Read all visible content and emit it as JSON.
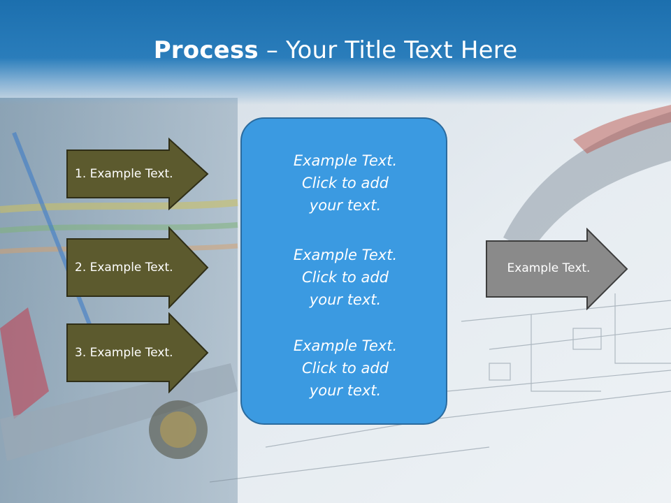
{
  "title": {
    "bold": "Process",
    "rest": " – Your Title Text Here"
  },
  "left_arrows": [
    {
      "label": "1. Example Text."
    },
    {
      "label": "2. Example Text."
    },
    {
      "label": "3. Example Text."
    }
  ],
  "center_box": {
    "paragraphs": [
      {
        "line1": "Example Text.",
        "line2": "Click  to add",
        "line3": "your text."
      },
      {
        "line1": "Example Text.",
        "line2": "Click  to add",
        "line3": "your text."
      },
      {
        "line1": "Example Text.",
        "line2": "Click  to add",
        "line3": "your text."
      }
    ]
  },
  "right_arrow": {
    "label": "Example Text."
  },
  "colors": {
    "title_band": "#1c6fae",
    "left_arrow_fill": "#5c5a2e",
    "center_box_fill": "#3b9ae1",
    "right_arrow_fill": "#8a8a8a"
  }
}
